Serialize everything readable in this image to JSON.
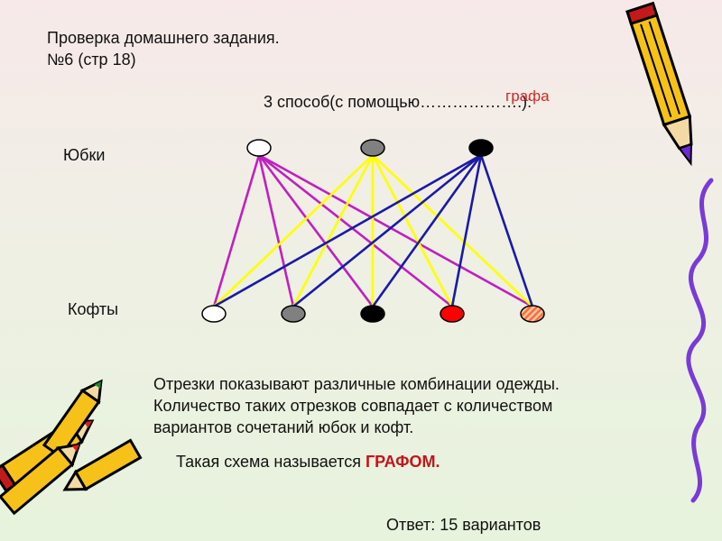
{
  "header": {
    "line1": "Проверка домашнего задания.",
    "line2": "№6 (стр 18)"
  },
  "method": {
    "text": "3 способ(с помощью……………….):",
    "handwritten": "графа"
  },
  "labels": {
    "top": "Юбки",
    "bottom": "Кофты"
  },
  "graph": {
    "top_nodes": [
      {
        "id": "skirt-white",
        "fill": "#ffffff"
      },
      {
        "id": "skirt-gray",
        "fill": "#808080"
      },
      {
        "id": "skirt-black",
        "fill": "#000000"
      }
    ],
    "bottom_nodes": [
      {
        "id": "blouse-white",
        "fill": "#ffffff"
      },
      {
        "id": "blouse-gray",
        "fill": "#808080"
      },
      {
        "id": "blouse-black",
        "fill": "#000000"
      },
      {
        "id": "blouse-red",
        "fill": "#ff0000"
      },
      {
        "id": "blouse-striped",
        "fill": "striped",
        "stripe_colors": [
          "#ff6a3d",
          "#f6c8a0"
        ]
      }
    ],
    "edge_colors": {
      "skirt-white": "#c020c0",
      "skirt-gray": "#ffff00",
      "skirt-black": "#1a1aa8"
    }
  },
  "explanation": "Отрезки показывают различные комбинации одежды. Количество таких отрезков совпадает с количеством вариантов сочетаний юбок и кофт.",
  "scheme": {
    "prefix": "Такая схема называется ",
    "highlight": "ГРАФОМ."
  },
  "answer": "Ответ: 15 вариантов"
}
